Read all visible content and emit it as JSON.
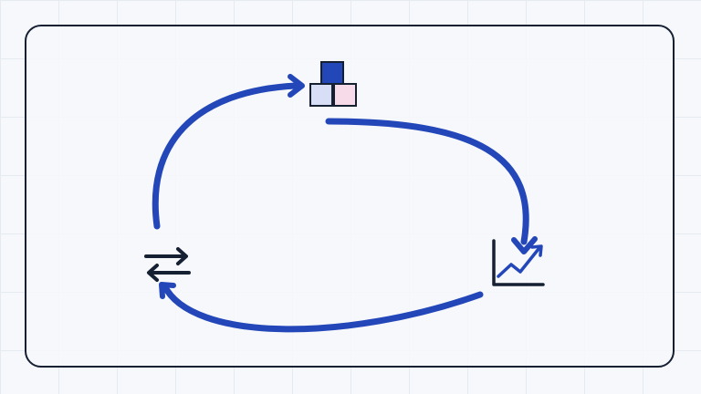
{
  "diagram": {
    "type": "cycle",
    "nodes": [
      {
        "id": "blocks",
        "icon": "stacked-blocks-icon"
      },
      {
        "id": "growth",
        "icon": "line-chart-trend-icon"
      },
      {
        "id": "exchange",
        "icon": "swap-arrows-icon"
      }
    ],
    "edges": [
      {
        "from": "blocks",
        "to": "growth"
      },
      {
        "from": "growth",
        "to": "exchange"
      },
      {
        "from": "exchange",
        "to": "blocks"
      }
    ]
  },
  "colors": {
    "background": "#f6f8fc",
    "grid": "#e6ebf2",
    "border": "#162033",
    "arrow": "#2347b8",
    "icon_stroke": "#162033",
    "block_top_fill": "#2347b8",
    "block_left_fill": "#d7def6",
    "block_right_fill": "#f7dbe9"
  }
}
